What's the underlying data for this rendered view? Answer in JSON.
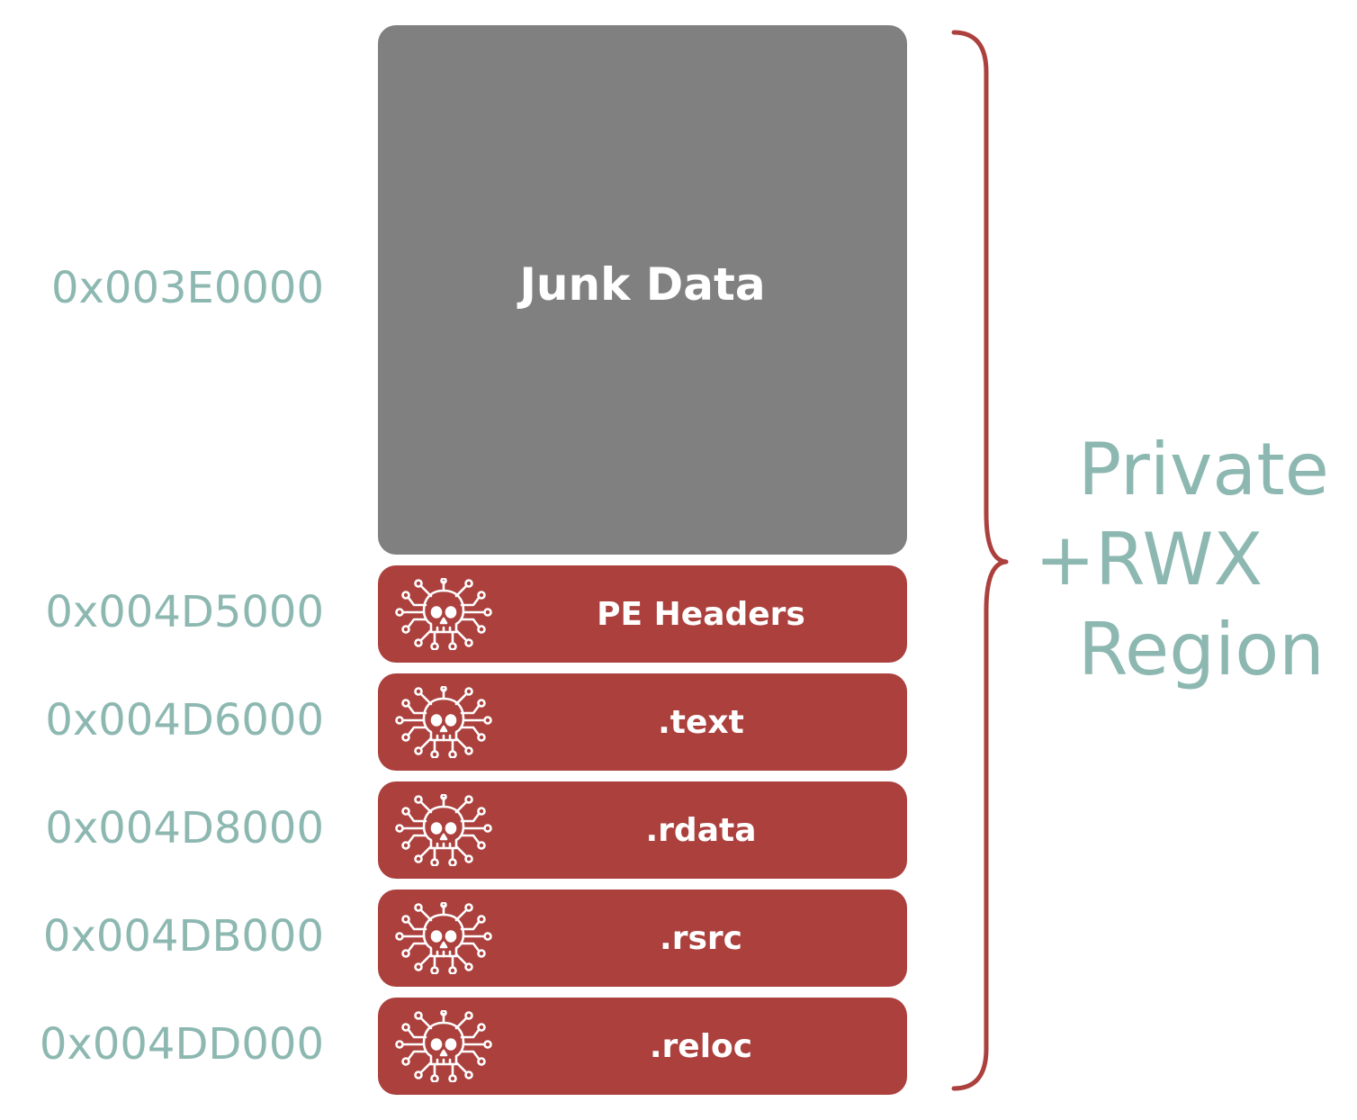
{
  "addresses": {
    "junk": "0x003E0000",
    "pe_headers": "0x004D5000",
    "text": "0x004D6000",
    "rdata": "0x004D8000",
    "rsrc": "0x004DB000",
    "reloc": "0x004DD000"
  },
  "blocks": {
    "junk_label": "Junk Data",
    "sections": [
      {
        "label": "PE Headers",
        "icon": "malware-skull-icon"
      },
      {
        "label": ".text",
        "icon": "malware-skull-icon"
      },
      {
        "label": ".rdata",
        "icon": "malware-skull-icon"
      },
      {
        "label": ".rsrc",
        "icon": "malware-skull-icon"
      },
      {
        "label": ".reloc",
        "icon": "malware-skull-icon"
      }
    ]
  },
  "region": {
    "line1": "Private",
    "line2": "+RWX",
    "line3": "Region"
  },
  "colors": {
    "junk_fill": "#808080",
    "section_fill": "#ab403d",
    "address_text": "#8db8b1",
    "brace": "#ab403d"
  }
}
